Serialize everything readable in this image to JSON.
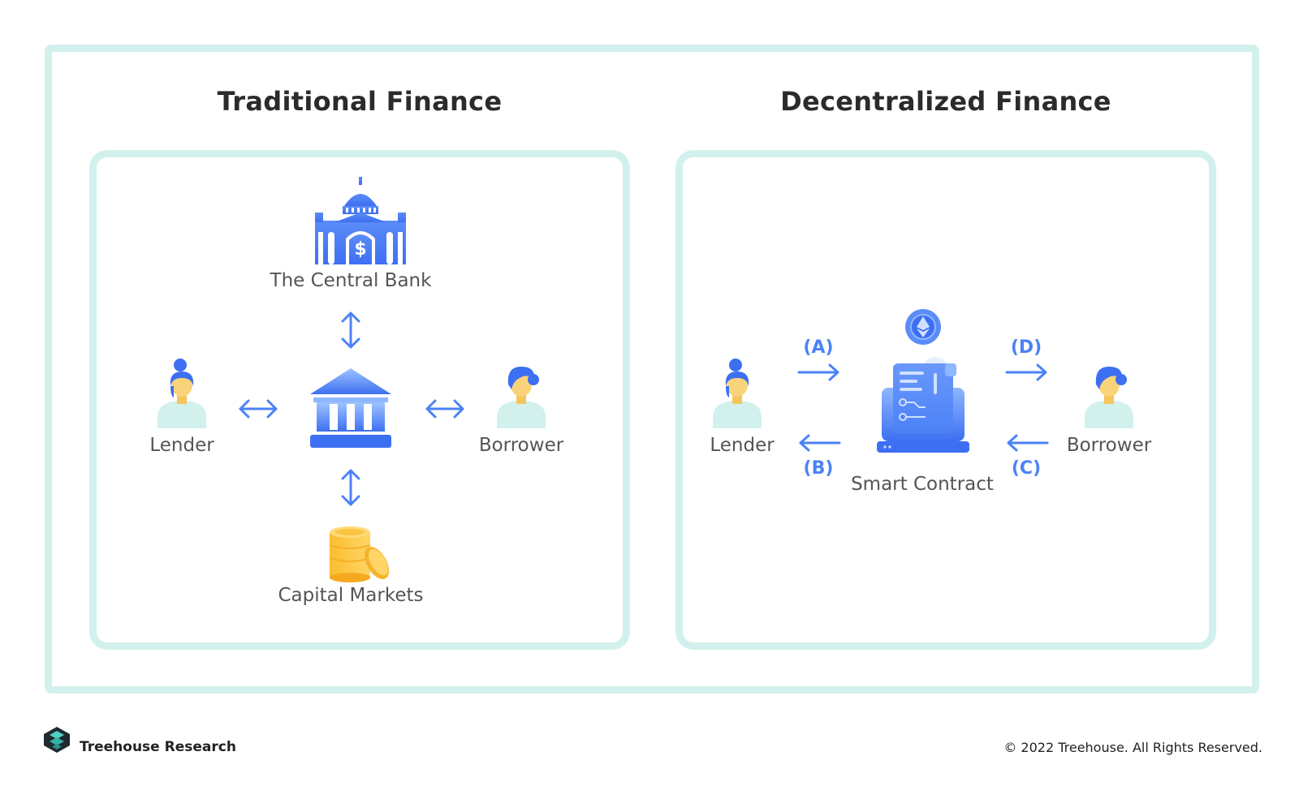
{
  "sections": {
    "traditional": {
      "title": "Traditional Finance",
      "central_bank": "The Central Bank",
      "lender": "Lender",
      "borrower": "Borrower",
      "capital_markets": "Capital Markets"
    },
    "decentralized": {
      "title": "Decentralized Finance",
      "lender": "Lender",
      "borrower": "Borrower",
      "smart_contract": "Smart Contract",
      "steps": {
        "a": "(A)",
        "b": "(B)",
        "c": "(C)",
        "d": "(D)"
      }
    }
  },
  "footer": {
    "brand": "Treehouse Research",
    "copyright": "© 2022 Treehouse. All Rights Reserved."
  },
  "colors": {
    "frame": "#d3f1ec",
    "accent_blue": "#4c82f7",
    "person_body": "#d3f1ec",
    "coin_gold": "#f9c33d"
  },
  "icons": [
    "central-bank-building-icon",
    "bank-icon",
    "coins-icon",
    "person-icon",
    "double-arrow-icon",
    "right-arrow-icon",
    "left-arrow-icon",
    "ethereum-icon",
    "laptop-contract-icon",
    "treehouse-logo-icon"
  ]
}
